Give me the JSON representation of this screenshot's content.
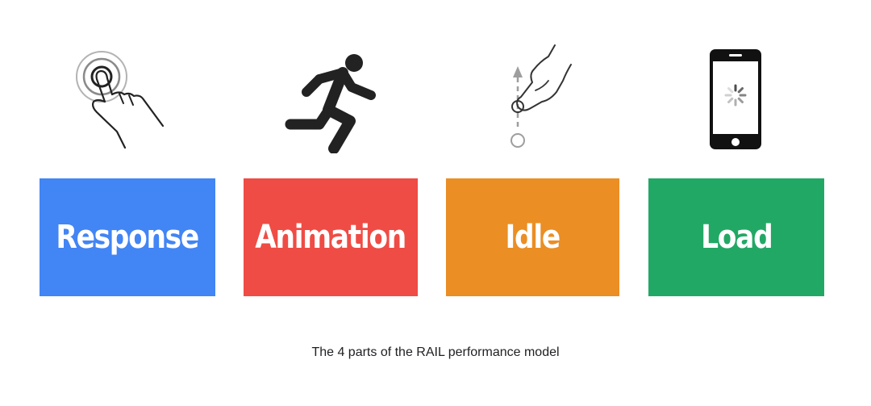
{
  "tiles": [
    {
      "label": "Response",
      "color": "#4285f4",
      "icon": "touch-icon"
    },
    {
      "label": "Animation",
      "color": "#ef4c45",
      "icon": "running-person-icon"
    },
    {
      "label": "Idle",
      "color": "#eb8e24",
      "icon": "swipe-gesture-icon"
    },
    {
      "label": "Load",
      "color": "#22a865",
      "icon": "phone-loading-icon"
    }
  ],
  "caption": "The 4 parts of the RAIL performance model"
}
